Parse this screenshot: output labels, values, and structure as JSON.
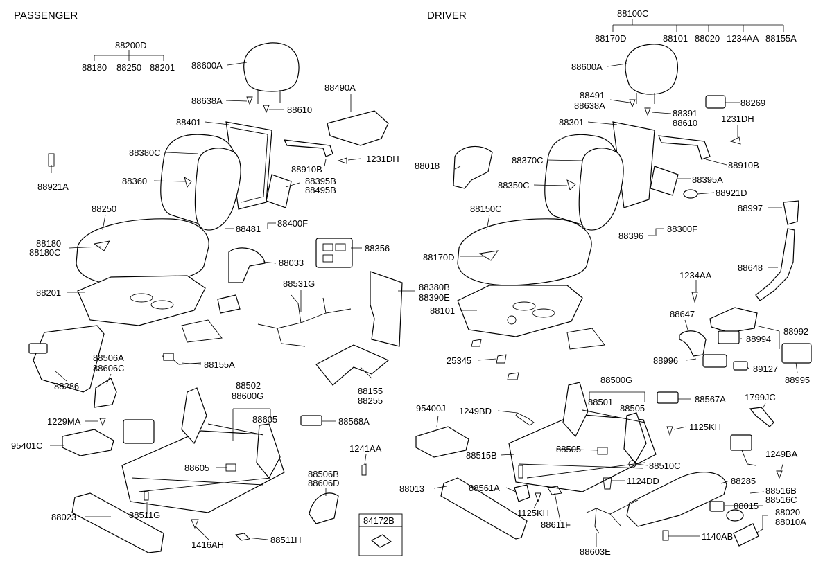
{
  "headers": {
    "passenger": "PASSENGER",
    "driver": "DRIVER"
  },
  "labels": {
    "p_88200D": "88200D",
    "p_88180a": "88180",
    "p_88250a": "88250",
    "p_88201a": "88201",
    "p_88600A": "88600A",
    "p_88638A": "88638A",
    "p_88610": "88610",
    "p_88490A": "88490A",
    "p_88401": "88401",
    "p_88380C": "88380C",
    "p_88921A": "88921A",
    "p_88910B": "88910B",
    "p_1231DH": "1231DH",
    "p_88360": "88360",
    "p_88395B": "88395B",
    "p_88495B": "88495B",
    "p_88481": "88481",
    "p_88400F": "88400F",
    "p_88250": "88250",
    "p_88180": "88180",
    "p_88180C": "88180C",
    "p_88356": "88356",
    "p_88033": "88033",
    "p_88201": "88201",
    "p_88531G": "88531G",
    "p_88380B": "88380B",
    "p_88390E": "88390E",
    "p_88506A": "88506A",
    "p_88606C": "88606C",
    "p_88155A": "88155A",
    "p_88286": "88286",
    "p_88502": "88502",
    "p_88600G": "88600G",
    "p_88605a": "88605",
    "p_88155": "88155",
    "p_88255": "88255",
    "p_88568A": "88568A",
    "p_1229MA": "1229MA",
    "p_95401C": "95401C",
    "p_88605b": "88605",
    "p_1241AA": "1241AA",
    "p_88506B": "88506B",
    "p_88606D": "88606D",
    "p_88023": "88023",
    "p_88511G": "88511G",
    "p_1416AH": "1416AH",
    "p_88511H": "88511H",
    "p_84172B": "84172B",
    "d_88100C": "88100C",
    "d_88170D": "88170D",
    "d_88101a": "88101",
    "d_88020a": "88020",
    "d_1234AAa": "1234AA",
    "d_88155A": "88155A",
    "d_88600A": "88600A",
    "d_88491": "88491",
    "d_88638A": "88638A",
    "d_88269": "88269",
    "d_88391": "88391",
    "d_88610": "88610",
    "d_88301": "88301",
    "d_1231DH": "1231DH",
    "d_88018": "88018",
    "d_88370C": "88370C",
    "d_88910B": "88910B",
    "d_88395A": "88395A",
    "d_88350C": "88350C",
    "d_88921D": "88921D",
    "d_88150C": "88150C",
    "d_88997": "88997",
    "d_88396": "88396",
    "d_88300F": "88300F",
    "d_88648": "88648",
    "d_1234AA": "1234AA",
    "d_88101": "88101",
    "d_88647": "88647",
    "d_88992": "88992",
    "d_88994": "88994",
    "d_25345": "25345",
    "d_88996": "88996",
    "d_89127": "89127",
    "d_88995": "88995",
    "d_88500G": "88500G",
    "d_88501": "88501",
    "d_88505a": "88505",
    "d_88567A": "88567A",
    "d_95400J": "95400J",
    "d_1249BD": "1249BD",
    "d_1799JC": "1799JC",
    "d_1125KHa": "1125KH",
    "d_88505b": "88505",
    "d_88515B": "88515B",
    "d_1249BA": "1249BA",
    "d_88510C": "88510C",
    "d_1124DD": "1124DD",
    "d_88285": "88285",
    "d_88013": "88013",
    "d_88561A": "88561A",
    "d_88516B": "88516B",
    "d_88516C": "88516C",
    "d_88015": "88015",
    "d_88020": "88020",
    "d_88010A": "88010A",
    "d_1125KHb": "1125KH",
    "d_88611F": "88611F",
    "d_1140AB": "1140AB",
    "d_88603E": "88603E"
  }
}
